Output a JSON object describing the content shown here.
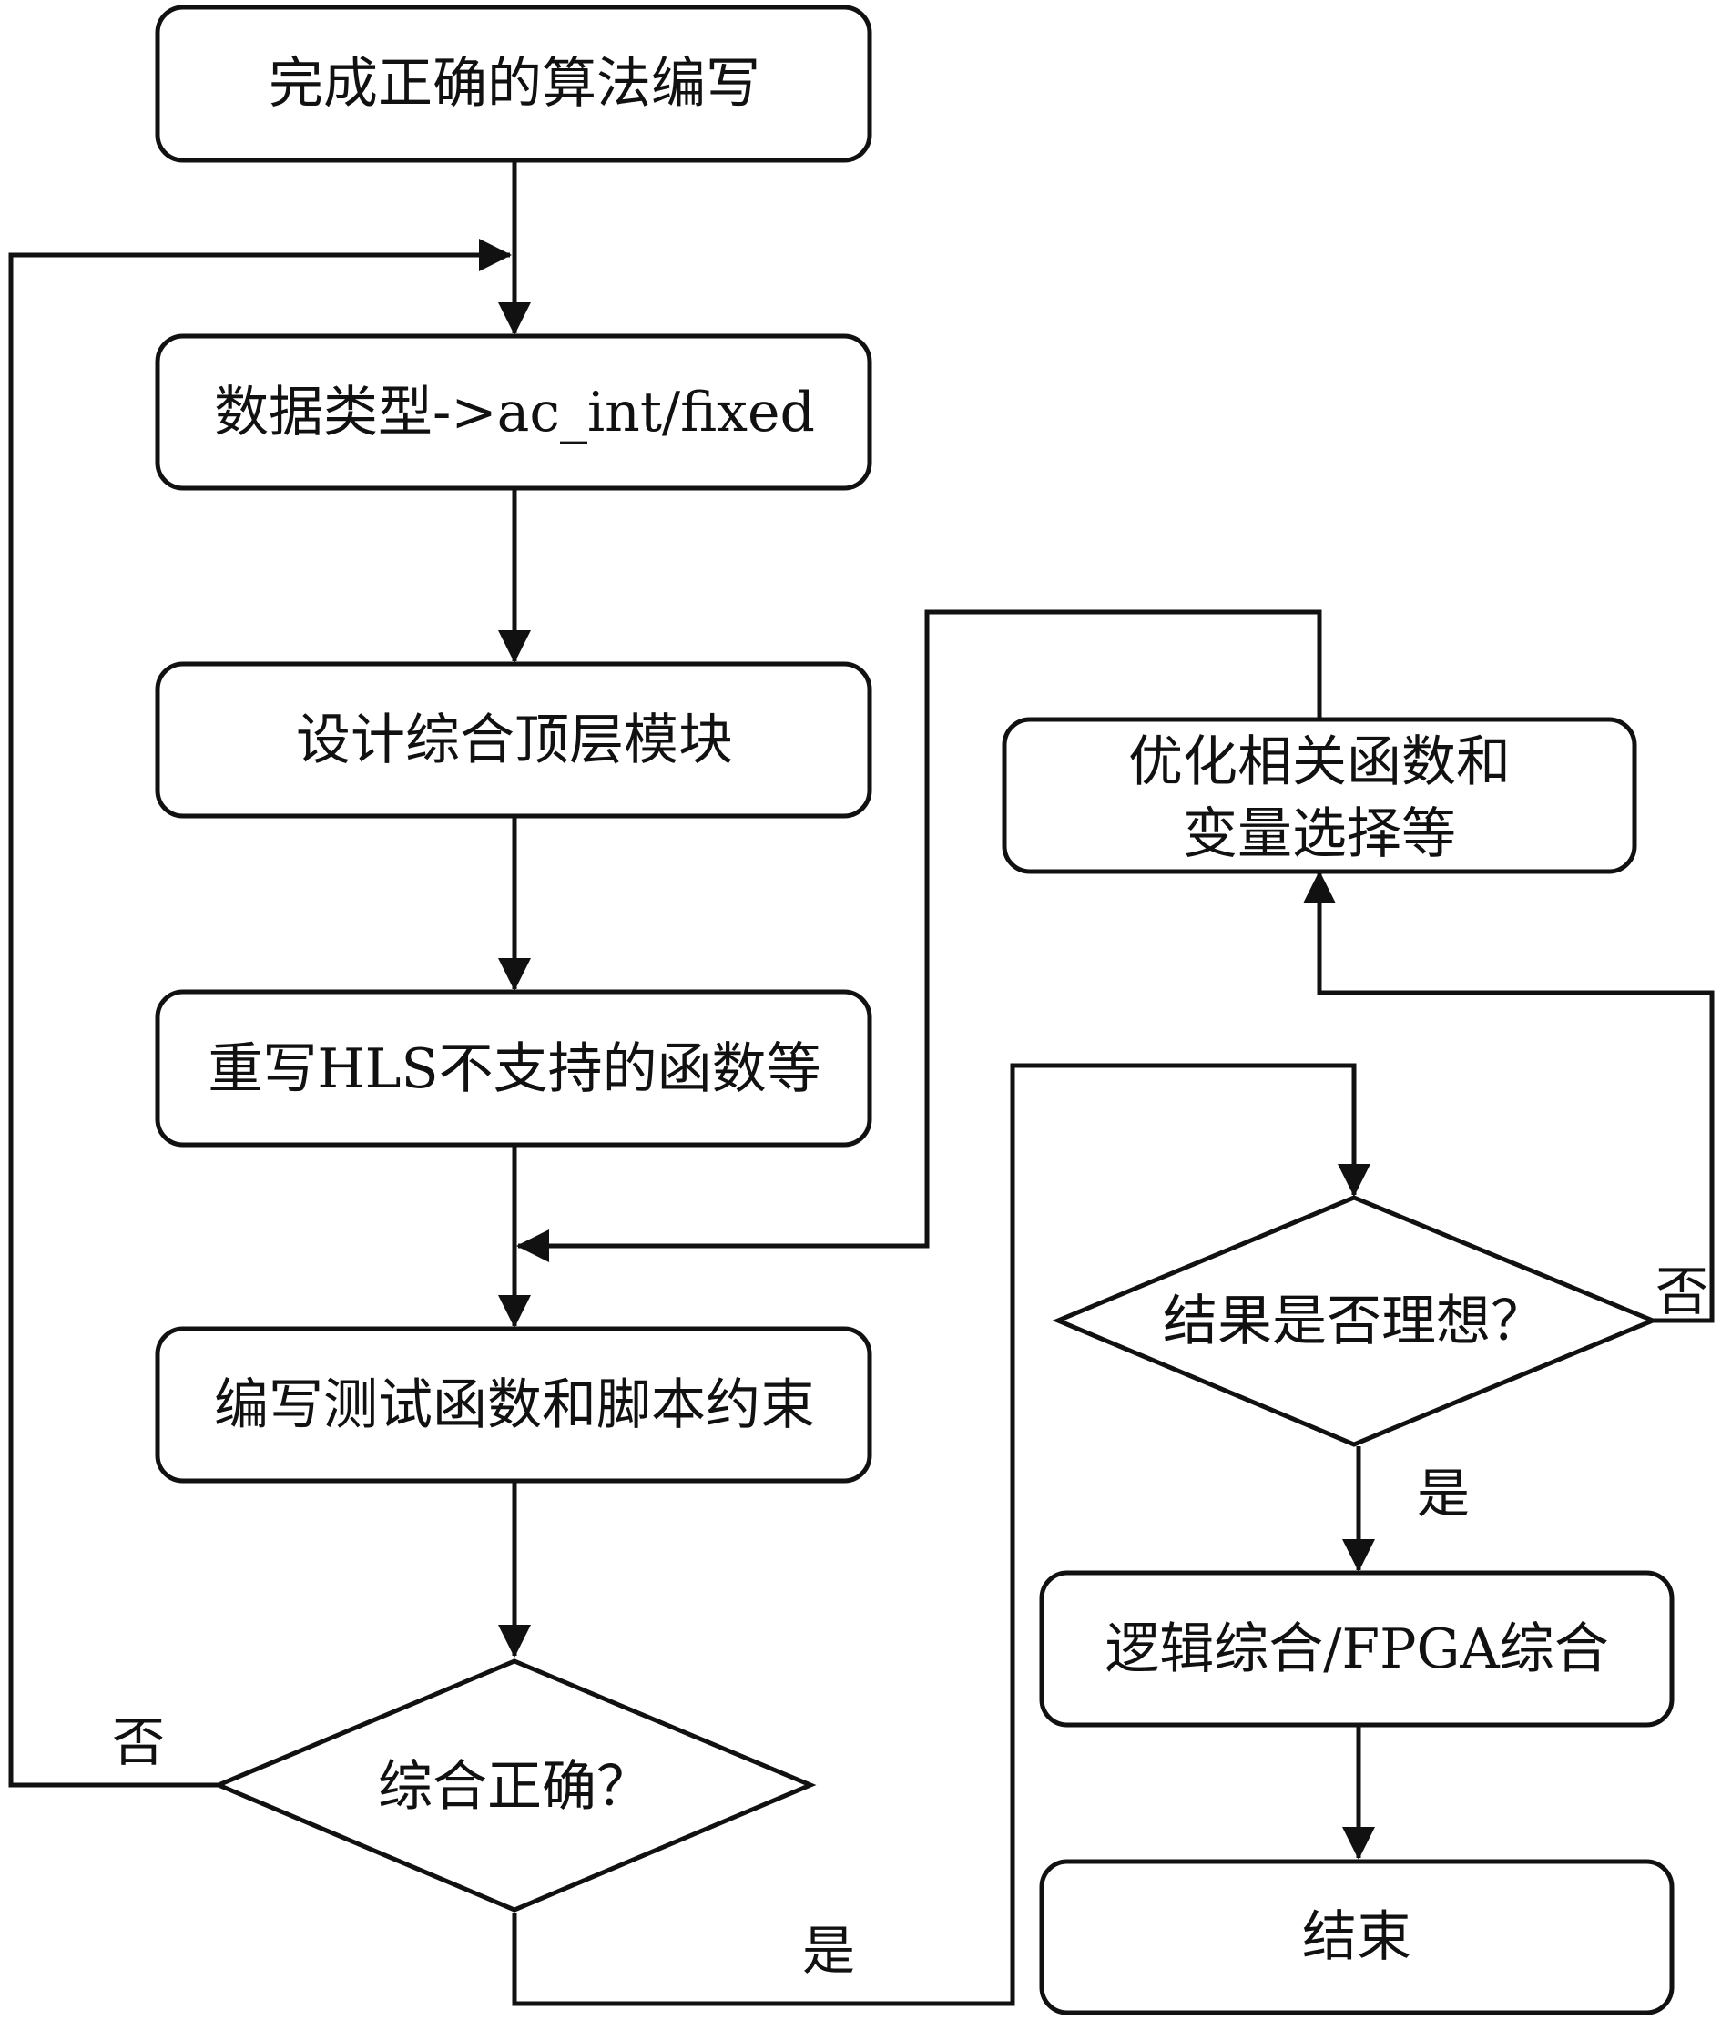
{
  "nodes": {
    "n1": "完成正确的算法编写",
    "n2": "数据类型->ac_int/fixed",
    "n3": "设计综合顶层模块",
    "n4": "重写HLS不支持的函数等",
    "n5": "编写测试函数和脚本约束",
    "d1": "综合正确？",
    "opt_line1": "优化相关函数和",
    "opt_line2": "变量选择等",
    "d2": "结果是否理想？",
    "n6": "逻辑综合/FPGA综合",
    "n7": "结束"
  },
  "labels": {
    "d1_no": "否",
    "d1_yes": "是",
    "d2_no": "否",
    "d2_yes": "是"
  }
}
